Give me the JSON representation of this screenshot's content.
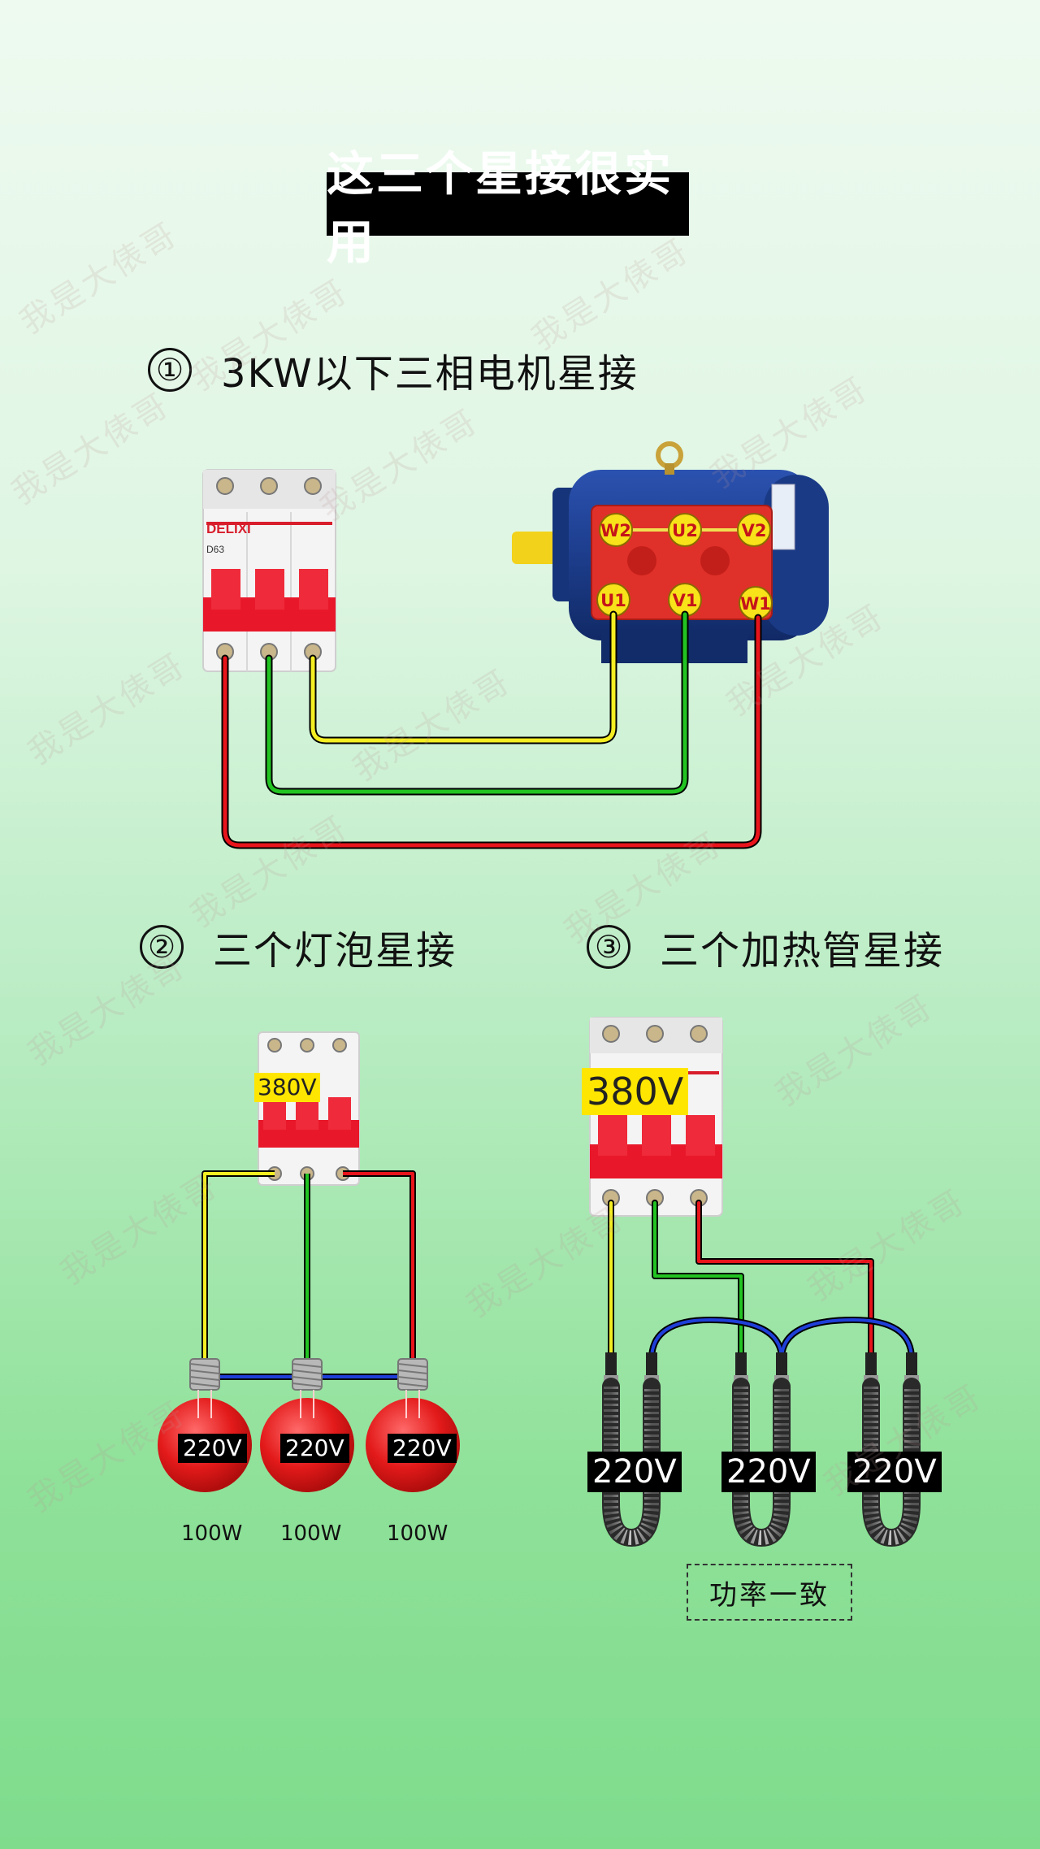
{
  "title": "这三个星接很实用",
  "watermark": "我是大俵哥",
  "sections": [
    {
      "number": "①",
      "title": "3KW以下三相电机星接"
    },
    {
      "number": "②",
      "title": "三个灯泡星接"
    },
    {
      "number": "③",
      "title": "三个加热管星接"
    }
  ],
  "motor": {
    "terminals": [
      "W2",
      "U2",
      "V2",
      "U1",
      "V1",
      "W1"
    ],
    "body_color": "#1d3d8c",
    "terminal_block_color": "#e0302a"
  },
  "breaker": {
    "brand": "DELIXI",
    "model": "D63"
  },
  "bulbs": {
    "breaker_voltage": "380V",
    "voltage_labels": [
      "220V",
      "220V",
      "220V"
    ],
    "wattages": [
      "100W",
      "100W",
      "100W"
    ]
  },
  "heaters": {
    "breaker_voltage": "380V",
    "voltage_labels": [
      "220V",
      "220V",
      "220V"
    ],
    "note": "功率一致"
  },
  "colors": {
    "wire_red": "#e8141b",
    "wire_green": "#22c422",
    "wire_yellow": "#f4ee22",
    "wire_blue": "#1f3fd8",
    "breaker_red": "#e8182a"
  }
}
